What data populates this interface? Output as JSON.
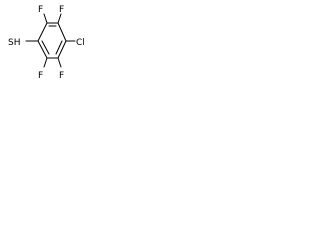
{
  "molecule": {
    "atoms": {
      "f_top_left": "F",
      "f_top_right": "F",
      "sh": "SH",
      "cl": "Cl",
      "f_bottom_left": "F",
      "f_bottom_right": "F"
    }
  }
}
